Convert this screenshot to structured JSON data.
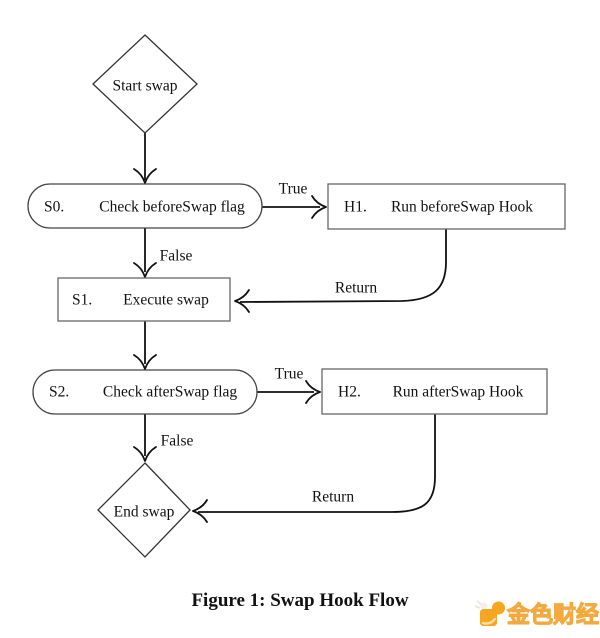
{
  "figure": {
    "caption": "Figure 1: Swap Hook Flow"
  },
  "nodes": {
    "start": {
      "label": "Start swap",
      "shape": "diamond"
    },
    "s0": {
      "id": "S0.",
      "label": "Check beforeSwap flag",
      "shape": "stadium"
    },
    "h1": {
      "id": "H1.",
      "label": "Run beforeSwap Hook",
      "shape": "rect"
    },
    "s1": {
      "id": "S1.",
      "label": "Execute swap",
      "shape": "rect"
    },
    "s2": {
      "id": "S2.",
      "label": "Check afterSwap flag",
      "shape": "stadium"
    },
    "h2": {
      "id": "H2.",
      "label": "Run afterSwap Hook",
      "shape": "rect"
    },
    "end": {
      "label": "End swap",
      "shape": "diamond"
    }
  },
  "edges": {
    "start_to_s0": {
      "label": ""
    },
    "s0_to_h1": {
      "label": "True"
    },
    "s0_to_s1": {
      "label": "False"
    },
    "h1_to_s1": {
      "label": "Return"
    },
    "s1_to_s2": {
      "label": ""
    },
    "s2_to_h2": {
      "label": "True"
    },
    "s2_to_end": {
      "label": "False"
    },
    "h2_to_end": {
      "label": "Return"
    }
  },
  "watermark": {
    "text": "金色财经"
  },
  "colors": {
    "background": "#ffffff",
    "line": "#111111",
    "node_border": "#555555",
    "node_fill": "#ffffff",
    "watermark_orange": "#f6a623",
    "watermark_text_fill": "#fbe7bb"
  }
}
